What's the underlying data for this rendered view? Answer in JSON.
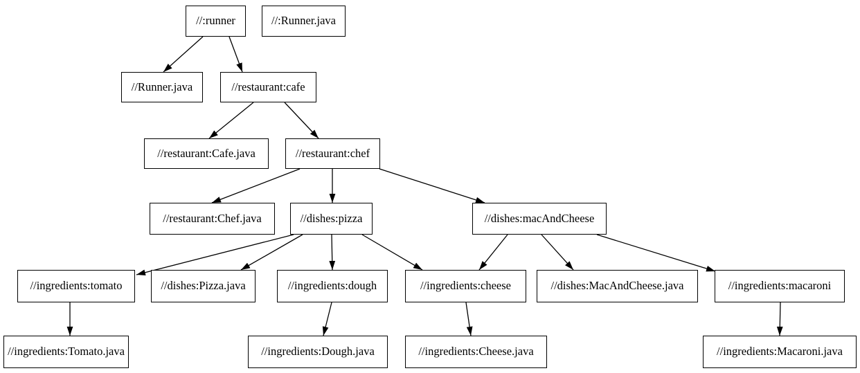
{
  "diagram": {
    "kind": "build-dependency-graph",
    "background_color": "#ffffff",
    "node_border_color": "#000000",
    "node_fill_color": "#ffffff",
    "text_color": "#000000",
    "edge_color": "#000000",
    "nodes": [
      {
        "id": "runner",
        "label": "//:runner"
      },
      {
        "id": "runner_java_top",
        "label": "//:Runner.java"
      },
      {
        "id": "runner_java",
        "label": "//Runner.java"
      },
      {
        "id": "cafe",
        "label": "//restaurant:cafe"
      },
      {
        "id": "cafe_java",
        "label": "//restaurant:Cafe.java"
      },
      {
        "id": "chef",
        "label": "//restaurant:chef"
      },
      {
        "id": "chef_java",
        "label": "//restaurant:Chef.java"
      },
      {
        "id": "pizza",
        "label": "//dishes:pizza"
      },
      {
        "id": "macandcheese",
        "label": "//dishes:macAndCheese"
      },
      {
        "id": "tomato",
        "label": "//ingredients:tomato"
      },
      {
        "id": "pizza_java",
        "label": "//dishes:Pizza.java"
      },
      {
        "id": "dough",
        "label": "//ingredients:dough"
      },
      {
        "id": "cheese",
        "label": "//ingredients:cheese"
      },
      {
        "id": "mac_java",
        "label": "//dishes:MacAndCheese.java"
      },
      {
        "id": "macaroni",
        "label": "//ingredients:macaroni"
      },
      {
        "id": "tomato_java",
        "label": "//ingredients:Tomato.java"
      },
      {
        "id": "dough_java",
        "label": "//ingredients:Dough.java"
      },
      {
        "id": "cheese_java",
        "label": "//ingredients:Cheese.java"
      },
      {
        "id": "macaroni_java",
        "label": "//ingredients:Macaroni.java"
      }
    ],
    "edges": [
      {
        "from": "runner",
        "to": "runner_java"
      },
      {
        "from": "runner",
        "to": "cafe"
      },
      {
        "from": "cafe",
        "to": "cafe_java"
      },
      {
        "from": "cafe",
        "to": "chef"
      },
      {
        "from": "chef",
        "to": "chef_java"
      },
      {
        "from": "chef",
        "to": "pizza"
      },
      {
        "from": "chef",
        "to": "macandcheese"
      },
      {
        "from": "pizza",
        "to": "tomato"
      },
      {
        "from": "pizza",
        "to": "pizza_java"
      },
      {
        "from": "pizza",
        "to": "dough"
      },
      {
        "from": "pizza",
        "to": "cheese"
      },
      {
        "from": "macandcheese",
        "to": "cheese"
      },
      {
        "from": "macandcheese",
        "to": "mac_java"
      },
      {
        "from": "macandcheese",
        "to": "macaroni"
      },
      {
        "from": "tomato",
        "to": "tomato_java"
      },
      {
        "from": "dough",
        "to": "dough_java"
      },
      {
        "from": "cheese",
        "to": "cheese_java"
      },
      {
        "from": "macaroni",
        "to": "macaroni_java"
      }
    ]
  }
}
